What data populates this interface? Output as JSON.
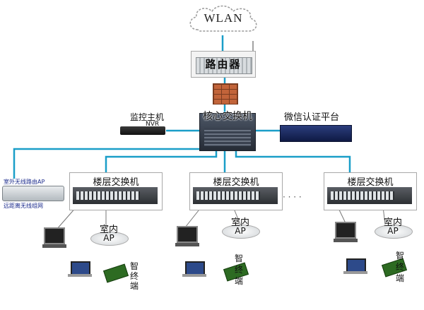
{
  "internet": {
    "label": "WLAN"
  },
  "router": {
    "label": "路由器"
  },
  "core_switch": {
    "label": "核心交换机"
  },
  "monitor_host": {
    "label": "监控主机",
    "sublabel": "NVR"
  },
  "wechat_platform": {
    "label": "微信认证平台"
  },
  "outdoor_ap": {
    "top_label": "室外无线路由AP",
    "bottom_label": "远距离无线组网"
  },
  "floors": [
    {
      "switch_label": "楼层交换机",
      "ap_line1": "室内",
      "ap_line2": "AP",
      "terminal_label": "智终端"
    },
    {
      "switch_label": "楼层交换机",
      "ap_line1": "室内",
      "ap_line2": "AP",
      "terminal_label": "智终端"
    },
    {
      "switch_label": "楼层交换机",
      "ap_line1": "室内",
      "ap_line2": "AP",
      "terminal_label": "智终端"
    }
  ],
  "ellipsis": "· · · ·",
  "colors": {
    "link": "#1a9ec8",
    "box_border": "#a8a8a8",
    "cloud": "#9a9a9a"
  }
}
